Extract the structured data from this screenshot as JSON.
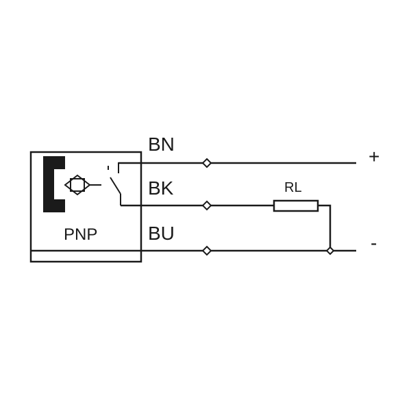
{
  "sensor": {
    "type_label": "PNP"
  },
  "wires": {
    "brown": {
      "code": "BN",
      "terminal": "+"
    },
    "black": {
      "code": "BK"
    },
    "blue": {
      "code": "BU",
      "terminal": "-"
    }
  },
  "load": {
    "label": "RL"
  },
  "colors": {
    "line": "#1a1a1a",
    "background": "#ffffff"
  }
}
